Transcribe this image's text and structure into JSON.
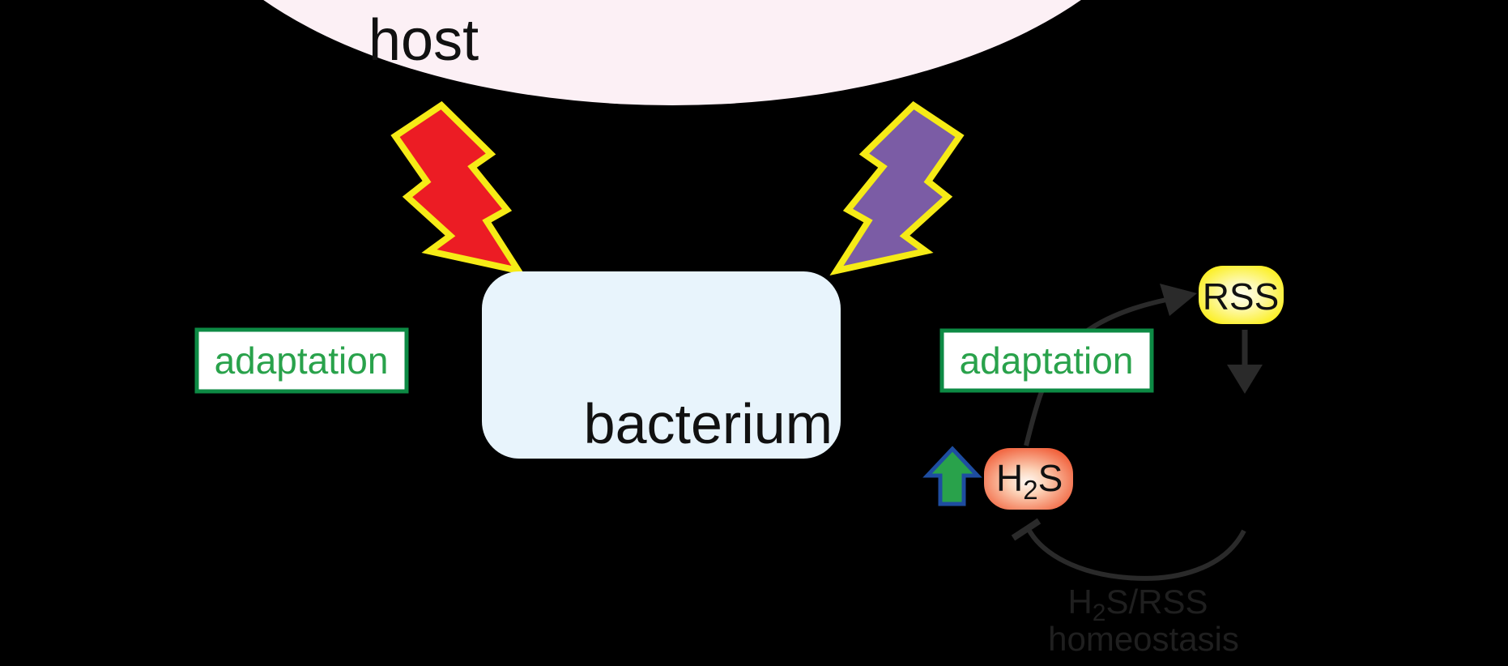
{
  "title": "host-bacterium stress adaptation and H2S/RSS homeostasis diagram",
  "colors": {
    "background": "#000000",
    "host_fill": "#fcf0f5",
    "host_text": "#111111",
    "bolt_outline": "#f6eb16",
    "bolt_red": "#ec1c24",
    "bolt_purple": "#7b5ca5",
    "bacterium_fill": "#e8f4fc",
    "bacterium_text": "#111111",
    "adaptation_fill": "#ffffff",
    "adaptation_border": "#0d8a44",
    "adaptation_text": "#29a24b",
    "rss_yellow": "#fced00",
    "h2s_orange": "#ef4c25",
    "badge_text": "#111111",
    "up_arrow_green": "#29a24b",
    "up_arrow_border": "#1e4da0",
    "line_dark": "#2a2a2a",
    "caption_text": "#1f1f1f"
  },
  "host": {
    "label": "host"
  },
  "bacterium": {
    "label": "bacterium"
  },
  "adaptation_left": {
    "label": "adaptation"
  },
  "adaptation_right": {
    "label": "adaptation"
  },
  "rss_badge": {
    "label": "RSS"
  },
  "h2s_badge": {
    "prefix": "H",
    "sub": "2",
    "suffix": "S"
  },
  "cycle_caption": {
    "line1_prefix": "H",
    "line1_sub": "2",
    "line1_suffix": "S/RSS",
    "line2": "homeostasis"
  }
}
